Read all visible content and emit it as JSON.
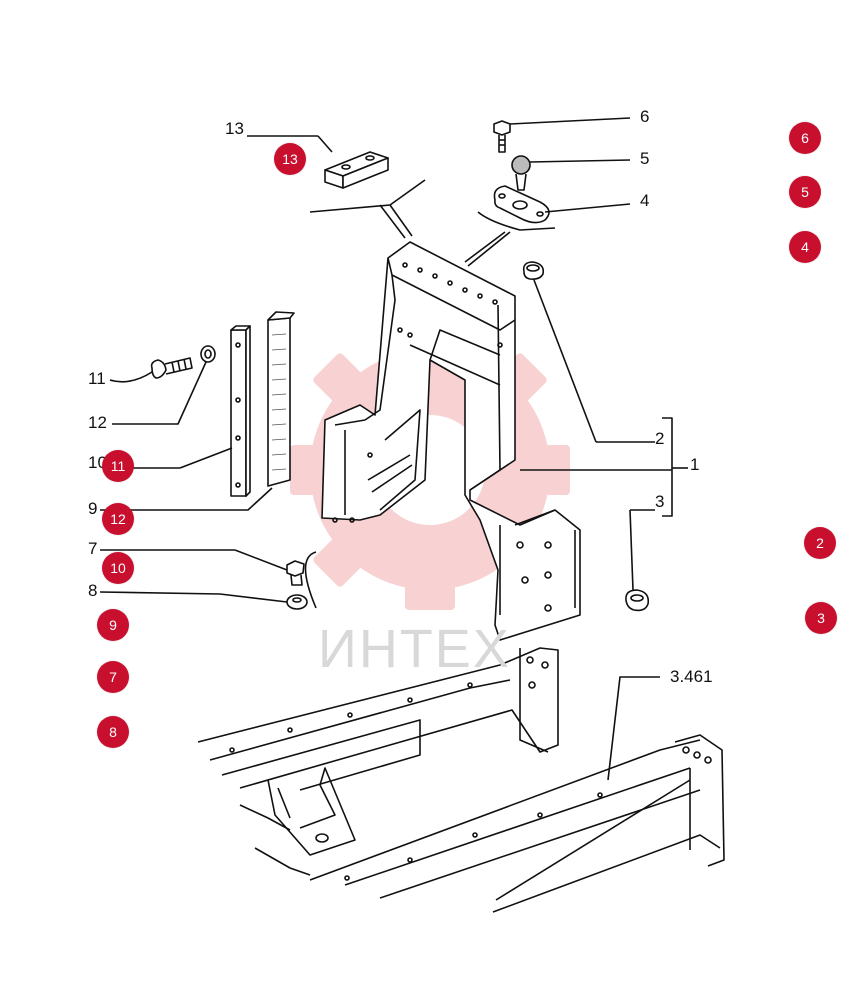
{
  "diagram": {
    "watermark_text": "ИНТЕХ",
    "watermark_color": "#f3b8b8",
    "line_color": "#111111",
    "callouts": [
      {
        "id": "c13",
        "label": "13"
      },
      {
        "id": "c6",
        "label": "6"
      },
      {
        "id": "c5",
        "label": "5"
      },
      {
        "id": "c4",
        "label": "4"
      },
      {
        "id": "c11",
        "label": "11"
      },
      {
        "id": "c12",
        "label": "12"
      },
      {
        "id": "c10",
        "label": "10"
      },
      {
        "id": "c9",
        "label": "9"
      },
      {
        "id": "c2",
        "label": "2"
      },
      {
        "id": "c1",
        "label": "1"
      },
      {
        "id": "c3",
        "label": "3"
      },
      {
        "id": "c7",
        "label": "7"
      },
      {
        "id": "c8",
        "label": "8"
      },
      {
        "id": "cref",
        "label": "3.461"
      }
    ],
    "hotspot_color": "#c8102e",
    "hotspots": [
      {
        "label": "13"
      },
      {
        "label": "6"
      },
      {
        "label": "5"
      },
      {
        "label": "4"
      },
      {
        "label": "11"
      },
      {
        "label": "12"
      },
      {
        "label": "10"
      },
      {
        "label": "9"
      },
      {
        "label": "7"
      },
      {
        "label": "8"
      },
      {
        "label": "2"
      },
      {
        "label": "3"
      }
    ]
  }
}
